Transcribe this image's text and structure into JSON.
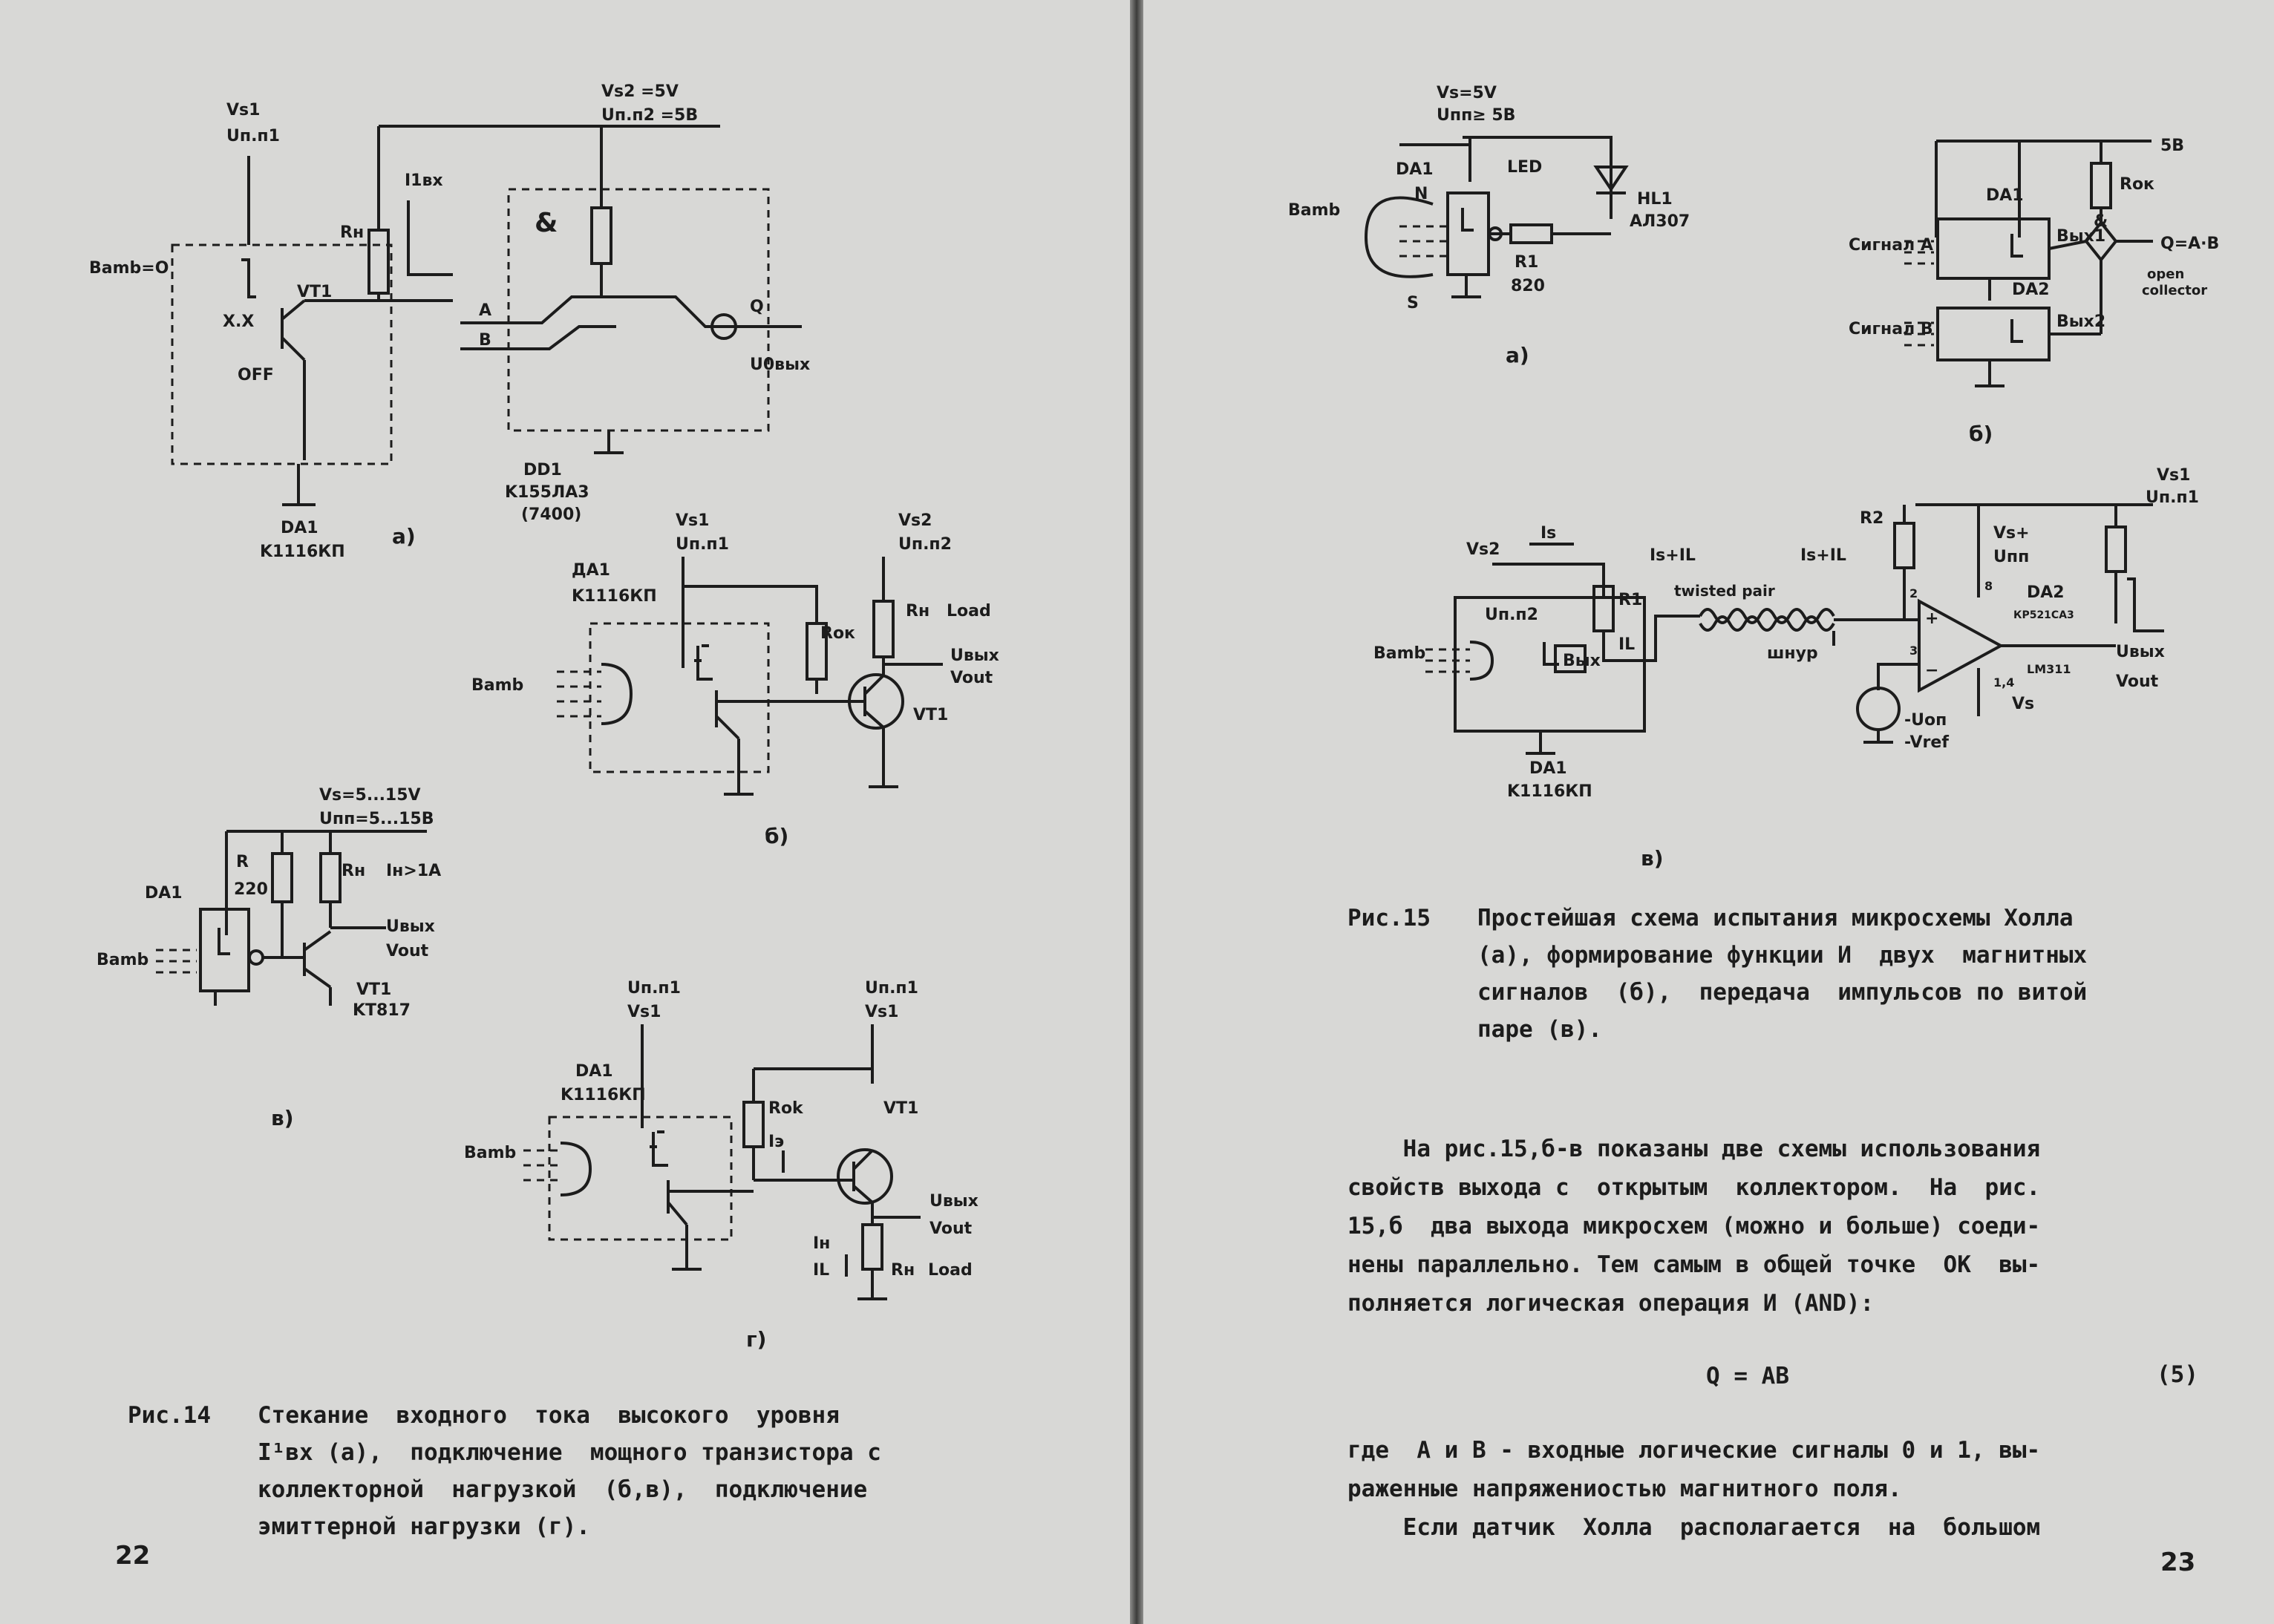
{
  "left_page": {
    "page_number": "22",
    "figure14": {
      "a": {
        "vs1": "Vs1",
        "upit1": "Uп.п1",
        "vs2": "Vs2 =5V",
        "upit2": "Uп.п2 =5В",
        "bamb": "Bamb=O",
        "vt1": "VT1",
        "xx": "X.X",
        "off": "OFF",
        "rn": "Rн",
        "ivx": "I1вх",
        "a": "A",
        "b": "B",
        "q": "Q",
        "uvyx": "U0вых",
        "da1": "DA1",
        "da1_part": "K1116КП",
        "dd1": "DD1",
        "dd1_part": "K155ЛА3",
        "dd1_alt": "(7400)",
        "and": "&",
        "label": "а)"
      },
      "b": {
        "vs1": "Vs1",
        "upit1": "Uп.п1",
        "vs2": "Vs2",
        "upit2": "Uп.п2",
        "da1": "ДА1",
        "da1_part": "K1116КП",
        "rok": "Rок",
        "rn": "Rн",
        "load": "Load",
        "bamb": "Bamb",
        "uvyx": "Uвых",
        "vout": "Vout",
        "vt1": "VT1",
        "label": "б)"
      },
      "v": {
        "vs": "Vs=5...15V",
        "upit": "Uпп=5...15В",
        "r": "R",
        "r_val": "220",
        "rn": "Rн",
        "in": "Iн>1A",
        "da1": "DA1",
        "bamb": "Bamb",
        "uvyx": "Uвых",
        "vout": "Vout",
        "vt1": "VT1",
        "vt1_part": "KT817",
        "label": "в)"
      },
      "g": {
        "upit1": "Uп.п1",
        "vs1": "Vs1",
        "upit2": "Uп.п1",
        "vs1b": "Vs1",
        "da1": "DA1",
        "da1_part": "K1116КП",
        "rok": "Rok",
        "ie": "Iэ",
        "vt1": "VT1",
        "bamb": "Bamb",
        "uvyx": "Uвых",
        "vout": "Vout",
        "in": "Iн",
        "il": "IL",
        "rn": "Rн",
        "load": "Load",
        "label": "г)"
      }
    },
    "caption14": {
      "number": "Рис.14",
      "lines": [
        "Стекание  входного  тока  высокого  уровня",
        "I¹вх (а),  подключение  мощного транзистора с",
        "коллекторной  нагрузкой  (б,в),  подключение",
        "эмиттерной нагрузки (г)."
      ]
    }
  },
  "right_page": {
    "page_number": "23",
    "figure15": {
      "a": {
        "da1": "DA1",
        "vs": "Vs=5V",
        "upit": "Uпп≥ 5В",
        "led": "LED",
        "hl": "HL1",
        "hl_part": "АЛ307",
        "r1": "R1",
        "r1_val": "820",
        "bamb": "Bamb",
        "n": "N",
        "s": "S",
        "label": "а)"
      },
      "b": {
        "v5": "5В",
        "da1": "DA1",
        "rok": "Rок",
        "siga": "Сигнал A",
        "vyx1": "Вых1",
        "q": "Q=A·B",
        "oc1": "open",
        "oc2": "collector",
        "da2": "DA2",
        "sigb": "Сигнал B",
        "vyx2": "Вых2",
        "and": "&",
        "label": "б)"
      },
      "c": {
        "vs1": "Vs1",
        "upit1": "Uп.п1",
        "r2": "R2",
        "vs2": "Vs2",
        "is": "Is",
        "is_il": "Is+IL",
        "is_il2": "Is+IL",
        "vs_plus": "Vs+",
        "upp": "Uпп",
        "upit2": "Uп.п2",
        "r1": "R1",
        "il": "IL",
        "twisted": "twisted pair",
        "shnur": "шнур",
        "vyx": "Вых",
        "da2": "DA2",
        "da2_part": "КР521СА3",
        "lm": "LM311",
        "n8": "8",
        "n2": "2",
        "n3": "3",
        "n14": "1,4",
        "bamb": "Bamb",
        "uvyx": "Uвых",
        "vout": "Vout",
        "uop": "-Uоп",
        "vref": "-Vref",
        "vsm": "Vs",
        "da1": "DA1",
        "da1_part": "K1116КП",
        "plus": "+",
        "minus": "−",
        "label": "в)"
      }
    },
    "caption15": {
      "number": "Рис.15",
      "lines": [
        "Простейшая схема испытания микросхемы Холла",
        "(а), формирование функции И  двух  магнитных",
        "сигналов  (б),  передача  импульсов по витой",
        "паре (в)."
      ]
    },
    "paragraph1": [
      "    На рис.15,б-в показаны две схемы использования",
      "свойств выхода с  открытым  коллектором.  На  рис.",
      "15,б  два выхода микросхем (можно и больше) соеди-",
      "нены параллельно. Тем самым в общей точке  ОК  вы-",
      "полняется логическая операция И (AND):"
    ],
    "equation": "Q = AB",
    "equation_number": "(5)",
    "paragraph2": [
      "где  А и В - входные логические сигналы 0 и 1, вы-",
      "раженные напряжениостью магнитного поля.",
      "    Если датчик  Холла  располагается  на  большом"
    ]
  }
}
